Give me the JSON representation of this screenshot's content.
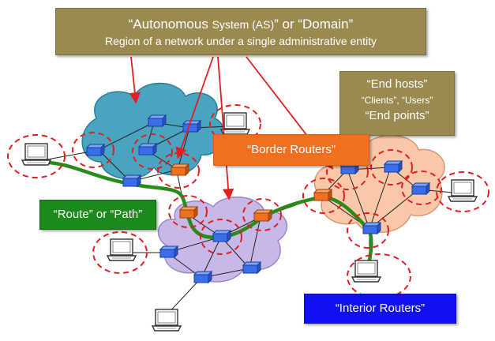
{
  "labels": {
    "as_line1_a": "“Autonomous ",
    "as_line1_b": "System (AS)",
    "as_line1_c": "” or “Domain”",
    "as_line2": "Region of a network under a single administrative entity",
    "end_hosts_title": "“End hosts”",
    "end_hosts_sub": "“Clients”, “Users”",
    "end_hosts_alt": "“End points”",
    "border_routers": "“Border Routers”",
    "route_path": "“Route” or “Path”",
    "interior_routers": "“Interior Routers”"
  },
  "colors": {
    "as_box": "#9b8a50",
    "border_router_box": "#f07020",
    "route_box": "#1a8a1a",
    "interior_router_box": "#1010f0",
    "cloud_blue": "#4aa3bf",
    "cloud_purple": "#c8b8e8",
    "cloud_orange": "#f8c8a8",
    "router_interior": "#3a6ee8",
    "router_border": "#f07020",
    "route_line": "#2a8a1a",
    "arrow": "#e02020",
    "dashed_circle": "#e02020"
  },
  "icons": [
    "laptop-icon",
    "router-icon",
    "cloud-icon",
    "arrow-icon"
  ]
}
